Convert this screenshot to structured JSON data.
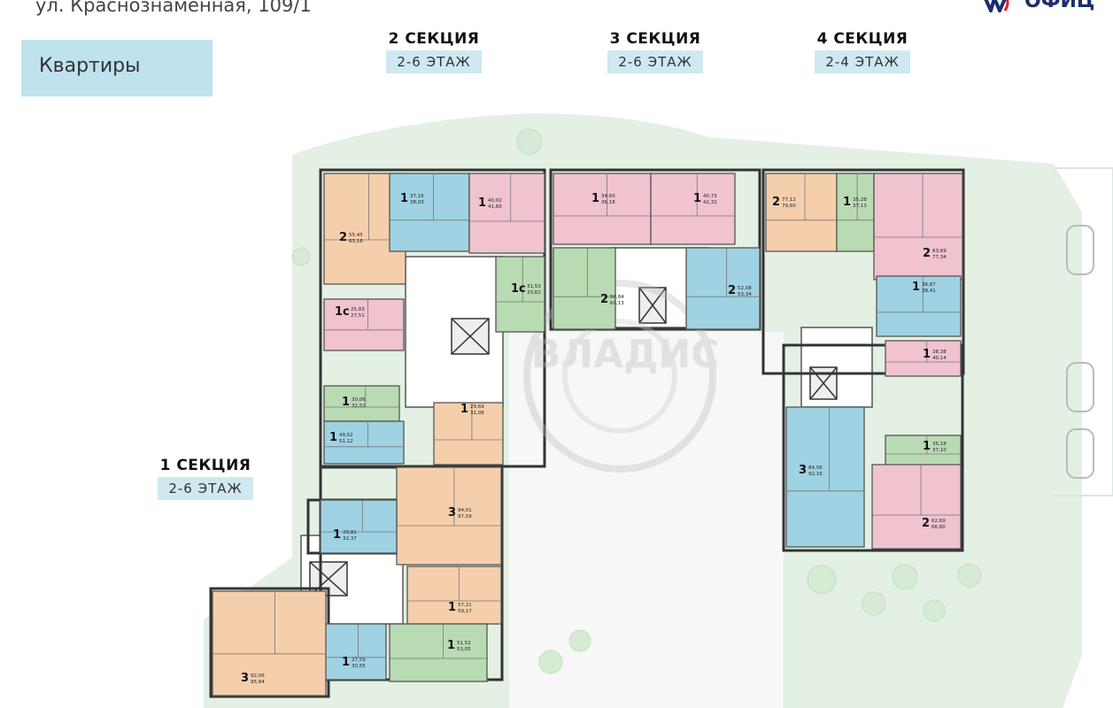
{
  "header": {
    "address": "ул. Краснознаменная, 109/1",
    "logo_text": "ОФИЦ",
    "tab_label": "Квартиры"
  },
  "sections": [
    {
      "id": "s2",
      "name": "2 СЕКЦИЯ",
      "floors": "2-6 ЭТАЖ"
    },
    {
      "id": "s3",
      "name": "3 СЕКЦИЯ",
      "floors": "2-6 ЭТАЖ"
    },
    {
      "id": "s4",
      "name": "4 СЕКЦИЯ",
      "floors": "2-4 ЭТАЖ"
    },
    {
      "id": "s1",
      "name": "1 СЕКЦИЯ",
      "floors": "2-6 ЭТАЖ"
    }
  ],
  "watermark": "ВЛАДИС",
  "colors": {
    "blue": "#9fd2e3",
    "pink": "#f0c3cf",
    "green": "#b9dbb3",
    "orange": "#f5cfac",
    "wall": "#444444",
    "yard": "#e3f0e3",
    "tab": "#bfe2ef"
  },
  "apartments": [
    {
      "rooms": "2",
      "a": "55,45",
      "b": "63,16",
      "color": "orange"
    },
    {
      "rooms": "1",
      "a": "37,16",
      "b": "38,03",
      "color": "blue"
    },
    {
      "rooms": "1",
      "a": "40,02",
      "b": "41,60",
      "color": "pink"
    },
    {
      "rooms": "1с",
      "a": "31,53",
      "b": "33,62",
      "color": "green"
    },
    {
      "rooms": "1с",
      "a": "25,83",
      "b": "27,51",
      "color": "pink"
    },
    {
      "rooms": "1",
      "a": "30,06",
      "b": "32,51",
      "color": "green"
    },
    {
      "rooms": "1",
      "a": "49,52",
      "b": "51,12",
      "color": "blue"
    },
    {
      "rooms": "1",
      "a": "29,69",
      "b": "31,08",
      "color": "orange"
    },
    {
      "rooms": "1",
      "a": "34,60",
      "b": "36,18",
      "color": "pink"
    },
    {
      "rooms": "1",
      "a": "40,73",
      "b": "42,32",
      "color": "pink"
    },
    {
      "rooms": "2",
      "a": "56,84",
      "b": "60,13",
      "color": "green"
    },
    {
      "rooms": "2",
      "a": "52,08",
      "b": "53,34",
      "color": "blue"
    },
    {
      "rooms": "2",
      "a": "77,12",
      "b": "79,60",
      "color": "orange"
    },
    {
      "rooms": "1",
      "a": "35,28",
      "b": "37,13",
      "color": "green"
    },
    {
      "rooms": "2",
      "a": "63,69",
      "b": "77,34",
      "color": "pink"
    },
    {
      "rooms": "1",
      "a": "36,87",
      "b": "38,41",
      "color": "blue"
    },
    {
      "rooms": "1",
      "a": "38,38",
      "b": "40,14",
      "color": "pink"
    },
    {
      "rooms": "1",
      "a": "35,18",
      "b": "37,10",
      "color": "green"
    },
    {
      "rooms": "3",
      "a": "84,56",
      "b": "92,16",
      "color": "blue"
    },
    {
      "rooms": "2",
      "a": "62,69",
      "b": "66,80",
      "color": "pink"
    },
    {
      "rooms": "3",
      "a": "94,01",
      "b": "97,59",
      "color": "orange"
    },
    {
      "rooms": "1",
      "a": "29,81",
      "b": "32,37",
      "color": "blue"
    },
    {
      "rooms": "1",
      "a": "57,21",
      "b": "59,17",
      "color": "orange"
    },
    {
      "rooms": "1",
      "a": "51,52",
      "b": "53,05",
      "color": "green"
    },
    {
      "rooms": "1",
      "a": "27,59",
      "b": "30,55",
      "color": "blue"
    },
    {
      "rooms": "3",
      "a": "92,06",
      "b": "95,84",
      "color": "orange"
    }
  ]
}
